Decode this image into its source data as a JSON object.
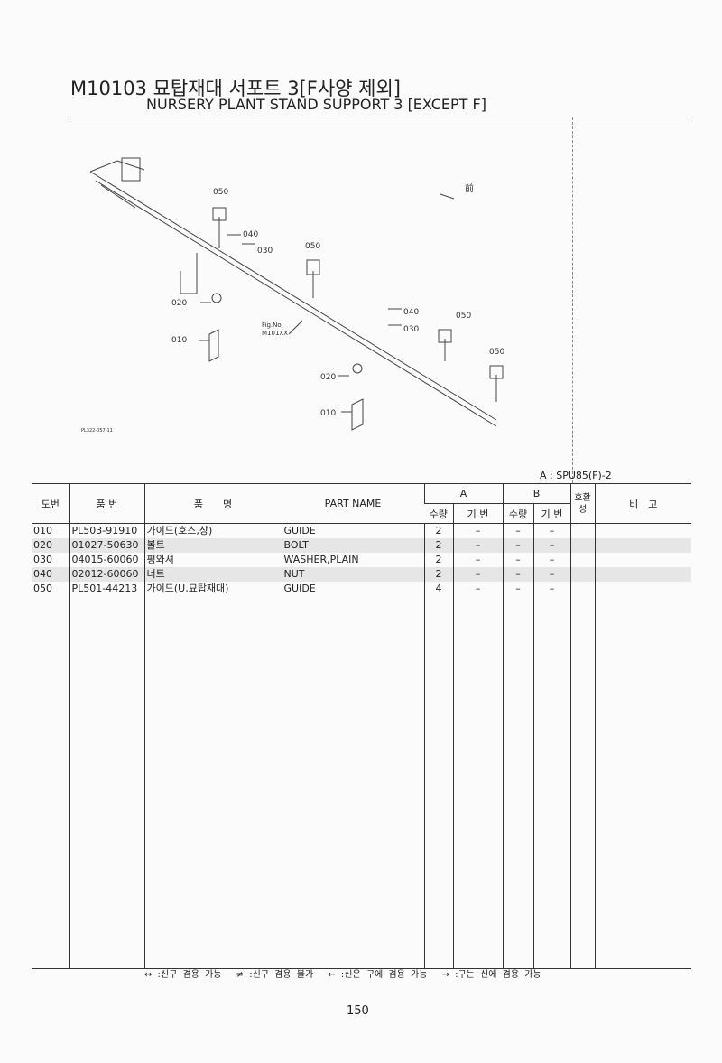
{
  "header": {
    "title_ko": "M10103 묘탑재대 서포트 3[F사양 제외]",
    "title_en": "NURSERY PLANT STAND SUPPORT 3 [EXCEPT F]"
  },
  "diagram": {
    "callouts": [
      "050",
      "040",
      "030",
      "050",
      "020",
      "010",
      "040",
      "030",
      "050",
      "050",
      "020",
      "010"
    ],
    "fig_no": "Fig.No.",
    "fig_ref": "M101XX",
    "front_mark": "前",
    "drawing_code": "PL322-057-11"
  },
  "model": "A : SPU85(F)-2",
  "table": {
    "headers": {
      "ref": "도번",
      "part_no": "품 번",
      "name_ko": "품　　명",
      "part_name": "PART NAME",
      "group_a": "A",
      "group_b": "B",
      "qty": "수량",
      "serial": "기 번",
      "compat": "호환성",
      "remarks": "비　고"
    },
    "rows": [
      {
        "ref": "010",
        "part_no": "PL503-91910",
        "name_ko": "가이드(호스,상)",
        "part_name": "GUIDE",
        "a_qty": "2",
        "a_serial": "–",
        "b_qty": "–",
        "b_serial": "–"
      },
      {
        "ref": "020",
        "part_no": "01027-50630",
        "name_ko": "볼트",
        "part_name": "BOLT",
        "a_qty": "2",
        "a_serial": "–",
        "b_qty": "–",
        "b_serial": "–"
      },
      {
        "ref": "030",
        "part_no": "04015-60060",
        "name_ko": "평와셔",
        "part_name": "WASHER,PLAIN",
        "a_qty": "2",
        "a_serial": "–",
        "b_qty": "–",
        "b_serial": "–"
      },
      {
        "ref": "040",
        "part_no": "02012-60060",
        "name_ko": "너트",
        "part_name": "NUT",
        "a_qty": "2",
        "a_serial": "–",
        "b_qty": "–",
        "b_serial": "–"
      },
      {
        "ref": "050",
        "part_no": "PL501-44213",
        "name_ko": "가이드(U,묘탑재대)",
        "part_name": "GUIDE",
        "a_qty": "4",
        "a_serial": "–",
        "b_qty": "–",
        "b_serial": "–"
      }
    ]
  },
  "legend": "↔ :신구 겸용 가능　 ≠ :신구 겸용 불가　 ← :신은 구에 겸용 가능　 → :구는 신에 겸용 가능",
  "page_number": "150"
}
